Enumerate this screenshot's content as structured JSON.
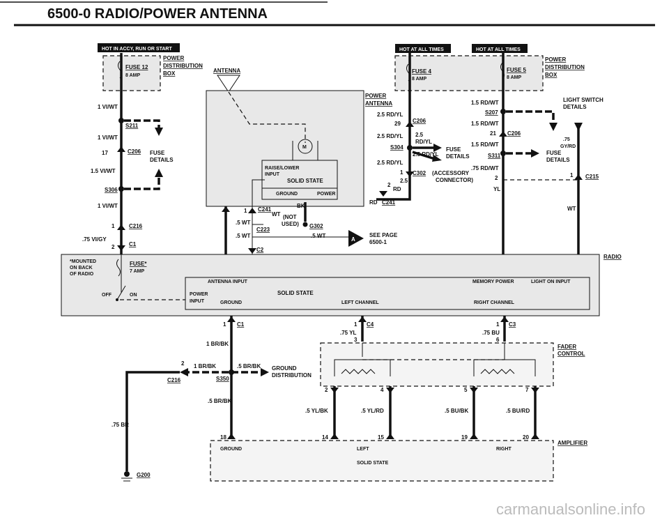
{
  "header": {
    "title": "6500-0   RADIO/POWER ANTENNA"
  },
  "badges": {
    "hot_acc": "HOT IN ACCY, RUN OR START",
    "hot_all_1": "HOT AT ALL TIMES",
    "hot_all_2": "HOT AT ALL TIMES"
  },
  "power_dist": {
    "l1": "POWER",
    "l2": "DISTRIBUTION",
    "l3": "BOX"
  },
  "fuses": {
    "f12": "FUSE 12",
    "f12_amp": "8 AMP",
    "f4": "FUSE 4",
    "f4_amp": "8 AMP",
    "f5": "FUSE 5",
    "f5_amp": "8 AMP",
    "fstar": "FUSE*",
    "fstar_amp": "7 AMP"
  },
  "antenna": {
    "label": "ANTENNA",
    "pa1": "POWER",
    "pa2": "ANTENNA",
    "raise1": "RAISE/LOWER",
    "raise2": "INPUT",
    "solid": "SOLID STATE",
    "ground": "GROUND",
    "power": "POWER",
    "motor": "M"
  },
  "left_wires": {
    "w1": "1 VI/WT",
    "w2": "1 VI/WT",
    "w3": "1.5 VI/WT",
    "w4": "1 VI/WT",
    "w5": ".75 VI/GY",
    "s211": "S211",
    "c206": "C206",
    "n17": "17",
    "fuse1": "FUSE",
    "fuse2": "DETAILS",
    "s306": "S306",
    "c216": "C216",
    "n1": "1",
    "c1": "C1",
    "n2": "2"
  },
  "mid_wires": {
    "rdyl1": "2.5 RD/YL",
    "n29": "29",
    "c206": "C206",
    "rdyl2": "2.5 RD/YL",
    "v25": "2.5",
    "rdyl_b": "RD/YL",
    "s304": "S304",
    "fuse1": "FUSE",
    "fuse2": "DETAILS",
    "rdyl3": "2.5 RD/YL",
    "rdyl4": "2.5 RD/YL",
    "n1": "1",
    "c302": "C302",
    "acc1": "(ACCESSORY",
    "acc2": "CONNECTOR)",
    "v25b": "2.5",
    "n2": "2",
    "rd": "RD",
    "rd2": "RD",
    "c241": "C241"
  },
  "right_wires": {
    "rdwt1": "1.5 RD/WT",
    "s207": "S207",
    "rdwt2": "1.5 RD/WT",
    "n21": "21",
    "c206": "C206",
    "rdwt3": "1.5 RD/WT",
    "s311": "S311",
    "fuse1": "FUSE",
    "fuse2": "DETAILS",
    "rdwt4": ".75 RD/WT",
    "n2": "2",
    "yl": "YL",
    "ls1": "LIGHT SWITCH",
    "ls2": "DETAILS",
    "v75": ".75",
    "gyrd": "GY/RD",
    "n1": "1",
    "c215": "C215",
    "wt": "WT"
  },
  "conn": {
    "n1": "1",
    "c241": "C241",
    "wt": "WT",
    "bk": "BK",
    "not": "(NOT",
    "used": "USED)",
    "g302": "G302",
    "c223": "C223",
    "wt5a": ".5 WT",
    "wt5b": ".5 WT",
    "wt5c": ".5 WT",
    "c2": "C2",
    "see1": "SEE PAGE",
    "see2": "6500-1",
    "arrow": "A"
  },
  "radio": {
    "label": "RADIO",
    "mounted1": "*MOUNTED",
    "mounted2": "ON BACK",
    "mounted3": "OF RADIO",
    "off": "OFF",
    "on": "ON",
    "ant_in": "ANTENNA INPUT",
    "mem": "MEMORY POWER",
    "light": "LIGHT ON INPUT",
    "power": "POWER",
    "input": "INPUT",
    "solid": "SOLID STATE",
    "ground": "GROUND",
    "left": "LEFT CHANNEL",
    "right": "RIGHT CHANNEL"
  },
  "lower": {
    "n1a": "1",
    "c1": "C1",
    "n1b": "1",
    "c4": "C4",
    "n1c": "1",
    "c3": "C3",
    "yl75": ".75 YL",
    "bu75": ".75 BU",
    "n3": "3",
    "n6": "6",
    "brbk1": "1 BR/BK",
    "n2": "2",
    "brbk2": "1 BR/BK",
    "brbk3": ".5 BR/BK",
    "gd1": "GROUND",
    "gd2": "DISTRIBUTION",
    "c216": "C216",
    "s350": "S350",
    "brbk4": ".5 BR/BK",
    "br75": ".75 BR",
    "fader1": "FADER",
    "fader2": "CONTROL",
    "p2": "2",
    "p4": "4",
    "p5": "5",
    "p7": "7",
    "ylbk": ".5 YL/BK",
    "ylrd": ".5 YL/RD",
    "bubk": ".5 BU/BK",
    "burd": ".5 BU/RD",
    "n18": "18",
    "n14": "14",
    "n15": "15",
    "n19": "19",
    "n20": "20",
    "amp": "AMPLIFIER",
    "ground": "GROUND",
    "left": "LEFT",
    "right": "RIGHT",
    "solid": "SOLID STATE",
    "g200": "G200"
  },
  "watermark": "carmanualsonline.info"
}
